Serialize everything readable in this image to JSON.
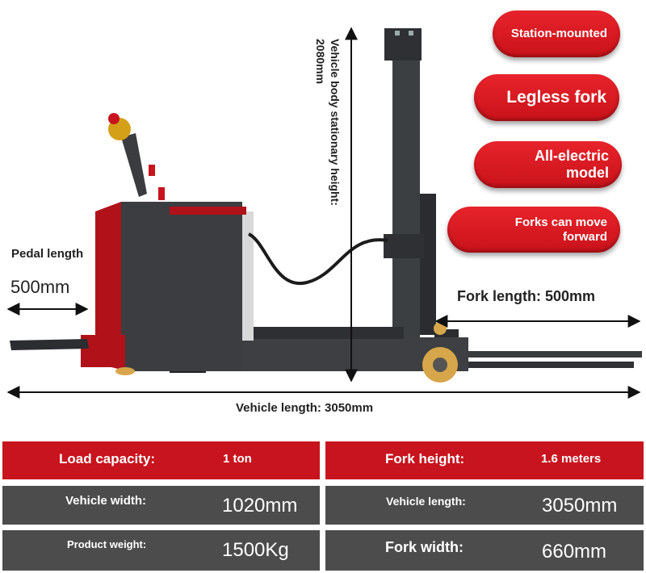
{
  "badges": {
    "station": "Station-mounted",
    "legless": "Legless fork",
    "allelectric": "All-electric model",
    "forks_move": "Forks can move forward"
  },
  "dimensions": {
    "pedal_label": "Pedal length",
    "pedal_value": "500mm",
    "height_label": "Vehicle body stationary height: 2080mm",
    "fork_length": "Fork length: 500mm",
    "vehicle_length": "Vehicle length: 3050mm"
  },
  "specs": {
    "load_capacity_label": "Load capacity:",
    "load_capacity_value": "1 ton",
    "fork_height_label": "Fork height:",
    "fork_height_value": "1.6 meters",
    "vehicle_width_label": "Vehicle width:",
    "vehicle_width_value": "1020mm",
    "vehicle_length_label": "Vehicle length:",
    "vehicle_length_value": "3050mm",
    "product_weight_label": "Product weight:",
    "product_weight_value": "1500Kg",
    "fork_width_label": "Fork width:",
    "fork_width_value": "660mm"
  },
  "colors": {
    "brand_red": "#c8141e",
    "panel_gray": "#4c4c4c",
    "body_dark": "#3b3d40"
  }
}
